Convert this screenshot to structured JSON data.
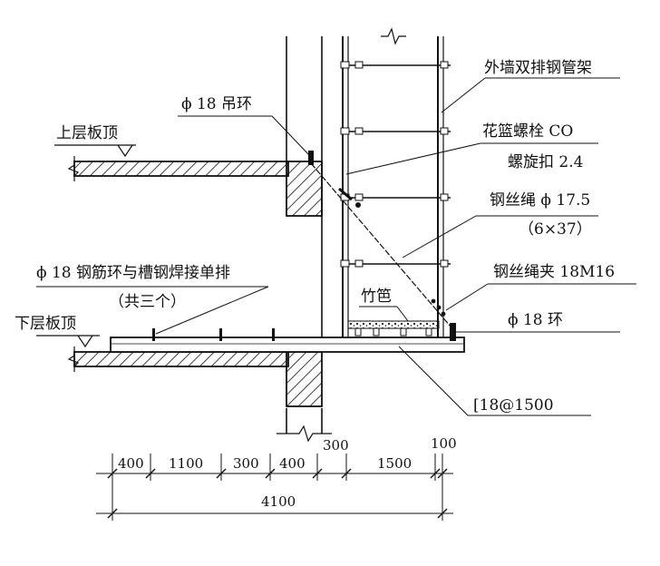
{
  "labels": {
    "upper_floor_top": "上层板顶",
    "lower_floor_top": "下层板顶",
    "lifting_ring": "ϕ 18 吊环",
    "outer_wall_scaffold": "外墙双排钢管架",
    "turnbuckle_line1": "花篮螺栓 CO",
    "turnbuckle_line2": "螺旋扣 2.4",
    "wire_rope_line1": "钢丝绳 ϕ 17.5",
    "wire_rope_line2": "（6×37）",
    "wire_rope_clamp": "钢丝绳夹 18M16",
    "bamboo_mat": "竹笆",
    "ring_18": "ϕ 18 环",
    "steel_ring_line1": "ϕ 18 钢筋环与槽钢焊接单排",
    "steel_ring_line2": "（共三个）",
    "channel_steel": "[18@1500"
  },
  "dimensions": {
    "segments": [
      "400",
      "1100",
      "300",
      "400",
      "300",
      "1500",
      "100"
    ],
    "total": "4100"
  }
}
